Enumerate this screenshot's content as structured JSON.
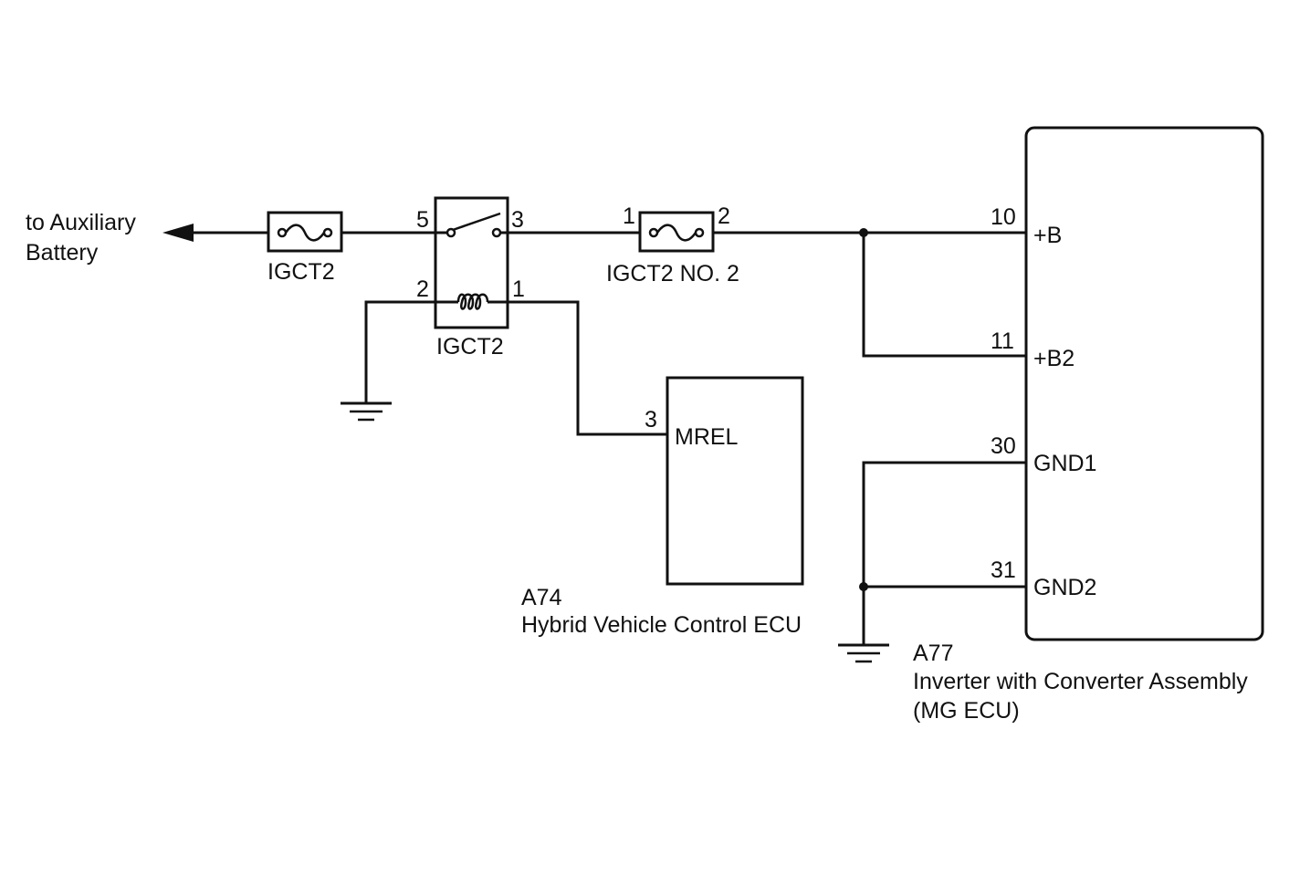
{
  "battery": {
    "label_line1": "to Auxiliary",
    "label_line2": "Battery"
  },
  "fuse_igct2": {
    "label": "IGCT2"
  },
  "relay_igct2": {
    "label": "IGCT2",
    "pin_switch_in": "5",
    "pin_switch_out": "3",
    "pin_coil_ground": "2",
    "pin_coil_control": "1"
  },
  "fuse_igct2_no2": {
    "label": "IGCT2 NO. 2",
    "pin_in": "1",
    "pin_out": "2"
  },
  "ecu_a74": {
    "code": "A74",
    "name": "Hybrid Vehicle Control ECU",
    "pin_number": "3",
    "pin_name": "MREL"
  },
  "ecu_a77": {
    "code": "A77",
    "name_line1": "Inverter with Converter Assembly",
    "name_line2": "(MG ECU)",
    "pins": [
      {
        "number": "10",
        "name": "+B"
      },
      {
        "number": "11",
        "name": "+B2"
      },
      {
        "number": "30",
        "name": "GND1"
      },
      {
        "number": "31",
        "name": "GND2"
      }
    ]
  }
}
